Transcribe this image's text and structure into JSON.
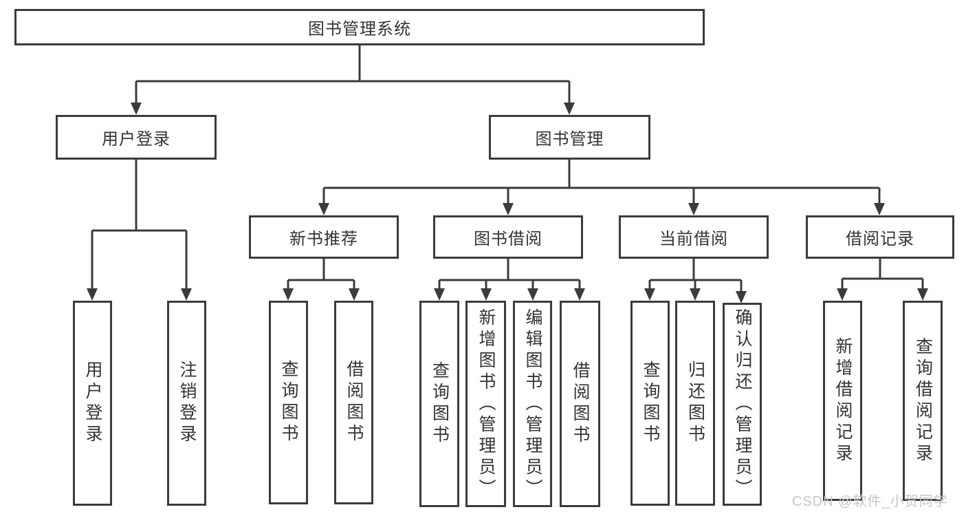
{
  "tree": {
    "label": "图书管理系统",
    "children": [
      {
        "label": "用户登录",
        "children": [
          {
            "label": "用户登录"
          },
          {
            "label": "注销登录"
          }
        ]
      },
      {
        "label": "图书管理",
        "children": [
          {
            "label": "新书推荐",
            "children": [
              {
                "label": "查询图书"
              },
              {
                "label": "借阅图书"
              }
            ]
          },
          {
            "label": "图书借阅",
            "children": [
              {
                "label": "查询图书"
              },
              {
                "label": "新增图书（管理员）"
              },
              {
                "label": "编辑图书（管理员）"
              },
              {
                "label": "借阅图书"
              }
            ]
          },
          {
            "label": "当前借阅",
            "children": [
              {
                "label": "查询图书"
              },
              {
                "label": "归还图书"
              },
              {
                "label": "确认归还（管理员）"
              }
            ]
          },
          {
            "label": "借阅记录",
            "children": [
              {
                "label": "新增借阅记录"
              },
              {
                "label": "查询借阅记录"
              }
            ]
          }
        ]
      }
    ]
  },
  "watermark": "CSDN @软件_小贺同学",
  "colors": {
    "line": "#3b3b3b",
    "text": "#333333",
    "box_background": "#ffffff",
    "page_background": "#ffffff",
    "watermark": "#c6c6c6"
  }
}
